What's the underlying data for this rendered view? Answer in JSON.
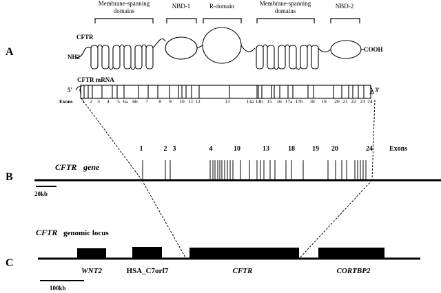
{
  "panels": {
    "a": "A",
    "b": "B",
    "c": "C"
  },
  "protein": {
    "name": "CFTR",
    "n_term": "NH2",
    "c_term": "COOH",
    "domains": [
      {
        "label_lines": [
          "Membrane-spanning",
          "domains"
        ]
      },
      {
        "label_lines": [
          "NBD-1"
        ]
      },
      {
        "label_lines": [
          "R-domain"
        ]
      },
      {
        "label_lines": [
          "Membrane-spanning",
          "domains"
        ]
      },
      {
        "label_lines": [
          "NBD-2"
        ]
      }
    ]
  },
  "mrna": {
    "title": "CFTR mRNA",
    "five_prime": "5'",
    "three_prime": "3'",
    "exons_label": "Exons",
    "exon_labels": [
      "1",
      "2",
      "3",
      "4",
      "5",
      "6a",
      "6b",
      "7",
      "8",
      "9",
      "10",
      "11",
      "12",
      "13",
      "14a",
      "14b",
      "15",
      "16",
      "17a",
      "17b",
      "18",
      "19",
      "20",
      "21",
      "22",
      "23",
      "24"
    ]
  },
  "gene": {
    "label": "CFTR",
    "label_suffix": "gene",
    "exons_title": "Exons",
    "exon_labels": [
      "1",
      "2",
      "3",
      "4",
      "10",
      "13",
      "18",
      "19",
      "20",
      "24"
    ],
    "scale_label": "20kb"
  },
  "locus": {
    "title": "CFTR",
    "title_suffix": "genomic locus",
    "genes": [
      "WNT2",
      "HSA_C7orf7",
      "CFTR",
      "CORTBP2"
    ],
    "scale_label": "100kb"
  }
}
